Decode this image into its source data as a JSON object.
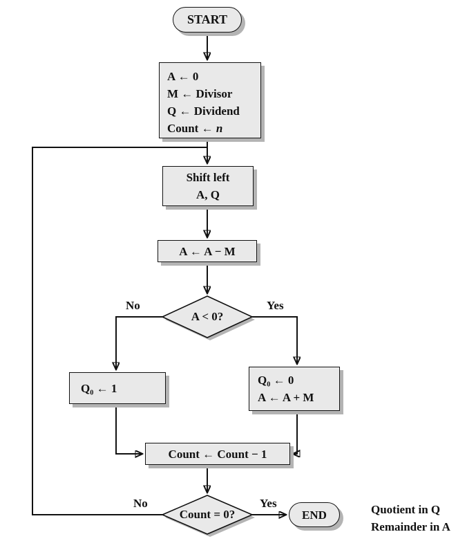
{
  "nodes": {
    "start": {
      "label": "START"
    },
    "init": {
      "line1": "A ← 0",
      "line2": "M ← Divisor",
      "line3": "Q ← Dividend",
      "line4_prefix": "Count ← ",
      "line4_var": "n"
    },
    "shift": {
      "line1": "Shift left",
      "line2": "A, Q"
    },
    "subtract": {
      "label": "A ← A − M"
    },
    "decision_sign": {
      "label": "A < 0?",
      "no_label": "No",
      "yes_label": "Yes"
    },
    "set_q1": {
      "label": "Q₀ ← 1"
    },
    "set_q0": {
      "line1": "Q₀ ← 0",
      "line2": "A ← A + M"
    },
    "decrement": {
      "label": "Count ← Count − 1"
    },
    "decision_count": {
      "label": "Count = 0?",
      "no_label": "No",
      "yes_label": "Yes"
    },
    "end": {
      "label": "END"
    },
    "result_note": {
      "line1": "Quotient in Q",
      "line2": "Remainder in A"
    }
  },
  "colors": {
    "node_fill": "#e9e9e9",
    "node_border": "#111111",
    "shadow": "#b4b4b4",
    "background": "#ffffff"
  }
}
